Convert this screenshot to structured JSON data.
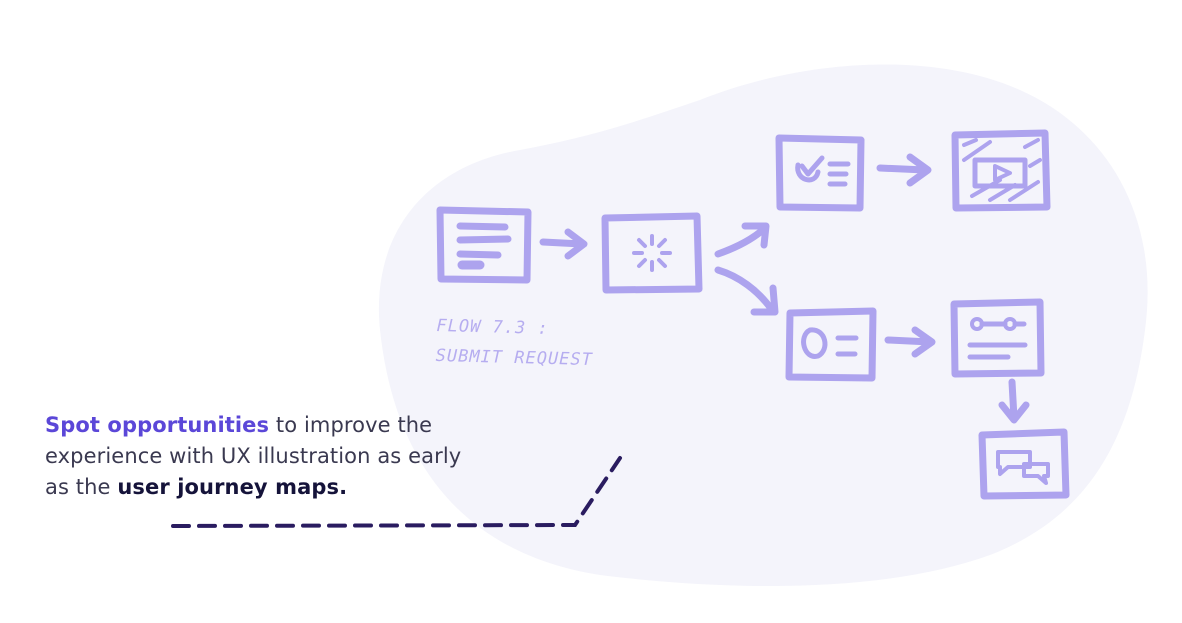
{
  "caption": {
    "highlight": "Spot opportunities",
    "line1_rest": " to improve the",
    "line2": "experience with UX illustration as early",
    "line3_start": "as the ",
    "emphasis": "user journey maps."
  },
  "flow": {
    "label_line1": "FLOW 7.3 :",
    "label_line2": "SUBMIT REQUEST"
  },
  "colors": {
    "blob": "#f4f4fb",
    "sketch": "#ada3ee",
    "sketch_dark": "#9d91ea",
    "highlight": "#5b47d8",
    "text": "#3a3950",
    "dashed_line": "#2a1c60"
  },
  "icons": [
    "form-screen-icon",
    "loading-screen-icon",
    "checklist-screen-icon",
    "video-screen-icon",
    "sad-face-screen-icon",
    "settings-screen-icon",
    "chat-screen-icon"
  ]
}
